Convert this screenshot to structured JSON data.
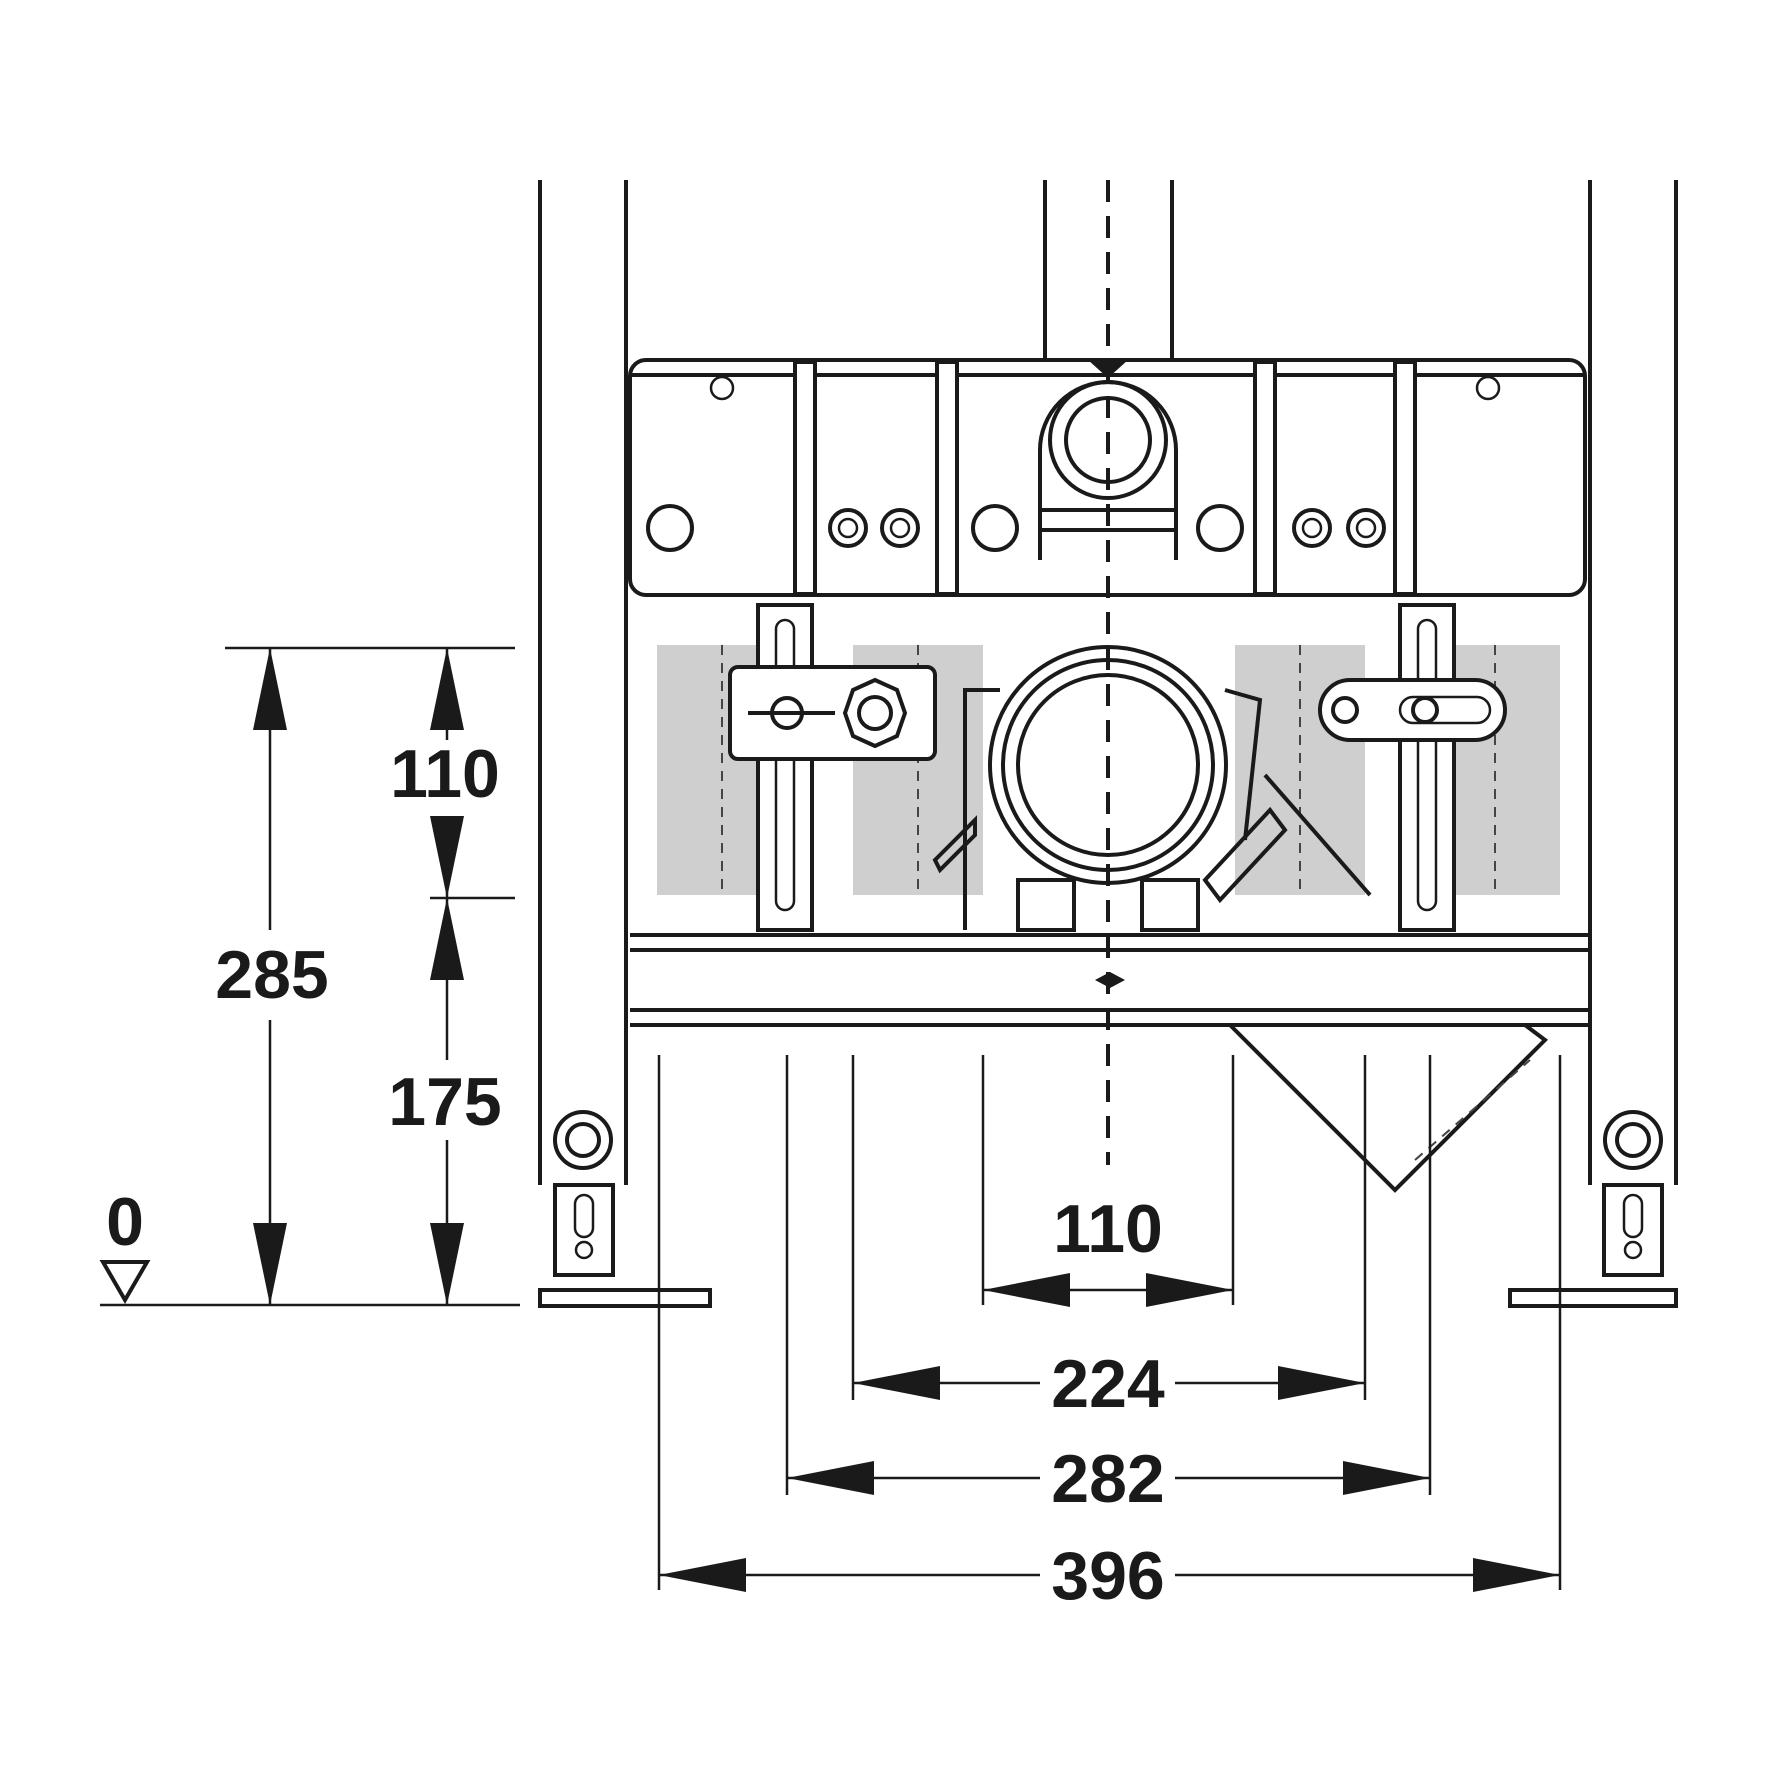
{
  "drawing": {
    "dimensions": {
      "vertical": {
        "upper_segment": "110",
        "lower_segment": "175",
        "total_height": "285",
        "floor_level": "0"
      },
      "horizontal": {
        "pipe_spacing": "110",
        "fixing_spacing": "224",
        "stud_spacing": "282",
        "overall_width": "396"
      }
    },
    "colors": {
      "line": "#1a1a1a",
      "fill_gray": "#cfcfcf",
      "background": "#ffffff"
    },
    "icons": [
      "level-triangle-icon"
    ]
  }
}
